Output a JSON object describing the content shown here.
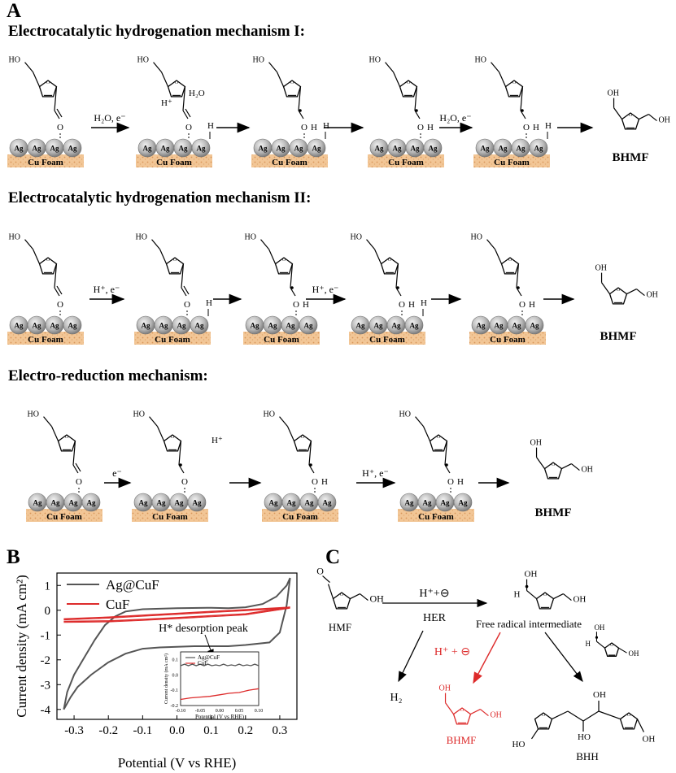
{
  "panels": {
    "a": "A",
    "b": "B",
    "c": "C"
  },
  "mechanisms": [
    {
      "title": "Electrocatalytic hydrogenation mechanism I:",
      "steps": [
        "H₂O, e⁻",
        "",
        "",
        "H₂O, e⁻",
        ""
      ],
      "reagents_inline": {
        "h_plus": "H⁺",
        "h2o": "H₂O"
      }
    },
    {
      "title": "Electrocatalytic hydrogenation mechanism II:",
      "steps": [
        "H⁺, e⁻",
        "",
        "H⁺, e⁻",
        "",
        ""
      ]
    },
    {
      "title": "Electro-reduction mechanism:",
      "steps": [
        "e⁻",
        "",
        "H⁺, e⁻",
        ""
      ],
      "reagents_inline": {
        "h_plus": "H⁺"
      }
    }
  ],
  "surface": {
    "atom_label": "Ag",
    "support_label": "Cu Foam"
  },
  "molecule_labels": {
    "ho": "HO",
    "oh": "OH",
    "o": "O",
    "h": "H"
  },
  "product_label": "BHMF",
  "chart_data": {
    "type": "line",
    "xlabel": "Potential (V vs RHE)",
    "ylabel": "Current density (mA cm²)",
    "xlim": [
      -0.35,
      0.35
    ],
    "ylim": [
      -4.4,
      1.5
    ],
    "xticks": [
      "-0.3",
      "-0.2",
      "-0.1",
      "0.0",
      "0.1",
      "0.2",
      "0.3"
    ],
    "yticks": [
      "1",
      "0",
      "-1",
      "-2",
      "-3",
      "-4"
    ],
    "annotation": "H* desorption peak",
    "legend_position": "top-left",
    "series": [
      {
        "name": "Ag@CuF",
        "color": "#555555",
        "forward": [
          [
            -0.33,
            -4.0
          ],
          [
            -0.32,
            -3.3
          ],
          [
            -0.3,
            -2.6
          ],
          [
            -0.27,
            -1.9
          ],
          [
            -0.24,
            -1.2
          ],
          [
            -0.21,
            -0.6
          ],
          [
            -0.18,
            -0.25
          ],
          [
            -0.15,
            -0.05
          ],
          [
            -0.1,
            0.04
          ],
          [
            0.0,
            0.08
          ],
          [
            0.1,
            0.1
          ],
          [
            0.15,
            0.08
          ],
          [
            0.2,
            0.12
          ],
          [
            0.25,
            0.25
          ],
          [
            0.29,
            0.55
          ],
          [
            0.32,
            1.0
          ],
          [
            0.33,
            1.3
          ]
        ],
        "reverse": [
          [
            0.33,
            1.3
          ],
          [
            0.32,
            0.2
          ],
          [
            0.3,
            -0.9
          ],
          [
            0.27,
            -1.3
          ],
          [
            0.2,
            -1.4
          ],
          [
            0.15,
            -1.45
          ],
          [
            0.05,
            -1.45
          ],
          [
            -0.05,
            -1.5
          ],
          [
            -0.1,
            -1.55
          ],
          [
            -0.15,
            -1.75
          ],
          [
            -0.2,
            -2.1
          ],
          [
            -0.25,
            -2.6
          ],
          [
            -0.29,
            -3.1
          ],
          [
            -0.31,
            -3.5
          ],
          [
            -0.33,
            -4.0
          ]
        ]
      },
      {
        "name": "CuF",
        "color": "#dd2b2b",
        "forward": [
          [
            -0.33,
            -0.35
          ],
          [
            -0.2,
            -0.28
          ],
          [
            -0.1,
            -0.2
          ],
          [
            0.0,
            -0.13
          ],
          [
            0.1,
            -0.05
          ],
          [
            0.2,
            0.02
          ],
          [
            0.33,
            0.12
          ]
        ],
        "reverse": [
          [
            0.33,
            0.12
          ],
          [
            0.2,
            -0.15
          ],
          [
            0.1,
            -0.22
          ],
          [
            0.0,
            -0.3
          ],
          [
            -0.1,
            -0.37
          ],
          [
            -0.2,
            -0.43
          ],
          [
            -0.33,
            -0.45
          ]
        ]
      }
    ],
    "inset": {
      "xlabel": "Potential (V vs RHE)",
      "ylabel": "Current density (mA cm²)",
      "xticks": [
        "-0.10",
        "-0.05",
        "0.00",
        "0.05",
        "0.10"
      ],
      "yticks": [
        "0.1",
        "0.0",
        "-0.1",
        "-0.2"
      ],
      "xlim": [
        -0.1,
        0.1
      ],
      "ylim": [
        -0.2,
        0.15
      ],
      "legend": [
        "Ag@CuF",
        "CuF"
      ],
      "series": [
        {
          "name": "Ag@CuF",
          "color": "#555555",
          "x": [
            -0.1,
            -0.09,
            -0.08,
            -0.07,
            -0.06,
            -0.05,
            -0.04,
            -0.03,
            -0.02,
            -0.01,
            0,
            0.01,
            0.02,
            0.03,
            0.04,
            0.05,
            0.06,
            0.07,
            0.08,
            0.09,
            0.1
          ],
          "y": [
            0.06,
            0.07,
            0.06,
            0.07,
            0.06,
            0.07,
            0.06,
            0.07,
            0.06,
            0.065,
            0.06,
            0.07,
            0.06,
            0.065,
            0.06,
            0.07,
            0.06,
            0.065,
            0.06,
            0.07,
            0.06
          ]
        },
        {
          "name": "CuF",
          "color": "#dd2b2b",
          "x": [
            -0.1,
            -0.075,
            -0.05,
            -0.025,
            0,
            0.025,
            0.05,
            0.075,
            0.1
          ],
          "y": [
            -0.16,
            -0.15,
            -0.145,
            -0.14,
            -0.13,
            -0.12,
            -0.115,
            -0.1,
            -0.09
          ]
        }
      ]
    }
  },
  "scheme_c": {
    "hmf": "HMF",
    "arrow_top": "H⁺+⊖",
    "arrow_bottom": "HER",
    "radical": "Free radical intermediate",
    "h2": "H₂",
    "red_reagent": "H⁺ + ⊖",
    "bhmf": "BHMF",
    "bhh": "BHH",
    "atoms": {
      "o": "O",
      "oh": "OH",
      "ho": "HO",
      "h": "H"
    },
    "red_color": "#dd2b2b"
  }
}
